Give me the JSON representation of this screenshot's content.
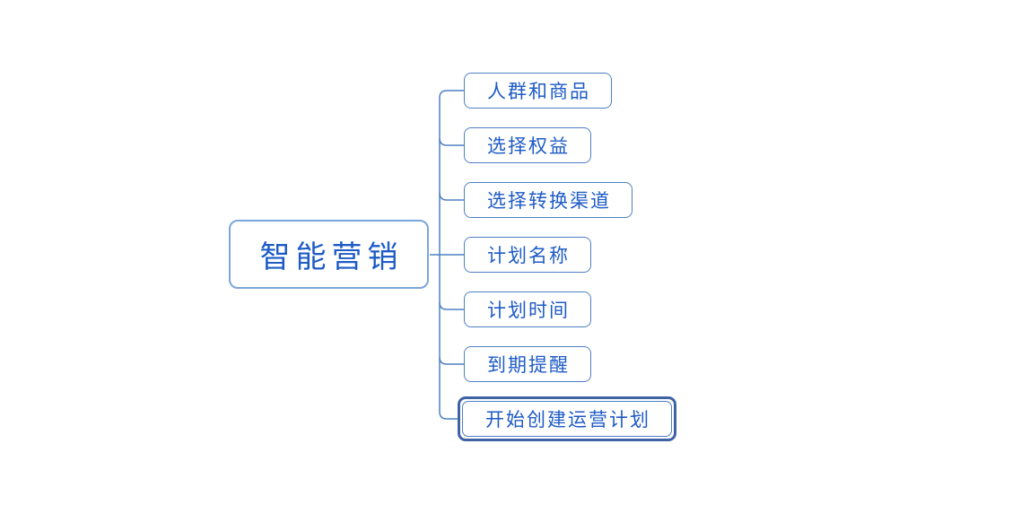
{
  "diagram": {
    "root": {
      "label": "智能营销"
    },
    "children": [
      {
        "label": "人群和商品",
        "selected": false
      },
      {
        "label": "选择权益",
        "selected": false
      },
      {
        "label": "选择转换渠道",
        "selected": false
      },
      {
        "label": "计划名称",
        "selected": false
      },
      {
        "label": "计划时间",
        "selected": false
      },
      {
        "label": "到期提醒",
        "selected": false
      },
      {
        "label": "开始创建运营计划",
        "selected": true
      }
    ],
    "colors": {
      "text": "#1e5bc6",
      "node_border": "#4d80c4",
      "root_border": "#7ba6da",
      "selection_border": "#3f62a5",
      "connector": "#4f81c2",
      "background": "#ffffff"
    }
  }
}
